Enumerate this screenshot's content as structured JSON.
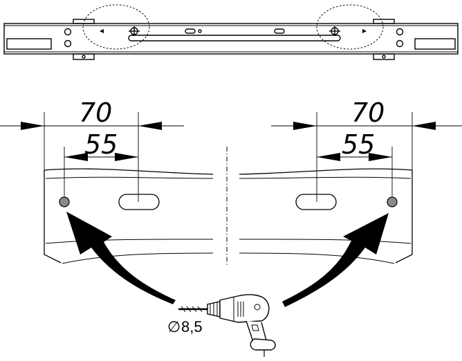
{
  "dimensions": {
    "left_outer": "70",
    "left_inner": "55",
    "right_outer": "70",
    "right_inner": "55"
  },
  "drill": {
    "diameter_symbol": "∅",
    "diameter_value": "8,5"
  },
  "colors": {
    "line": "#000000",
    "hole_fill": "#8a8a8a",
    "background": "#ffffff"
  },
  "icons": [
    "drill-icon",
    "curved-arrow-icon",
    "dimension-arrow-icon"
  ]
}
